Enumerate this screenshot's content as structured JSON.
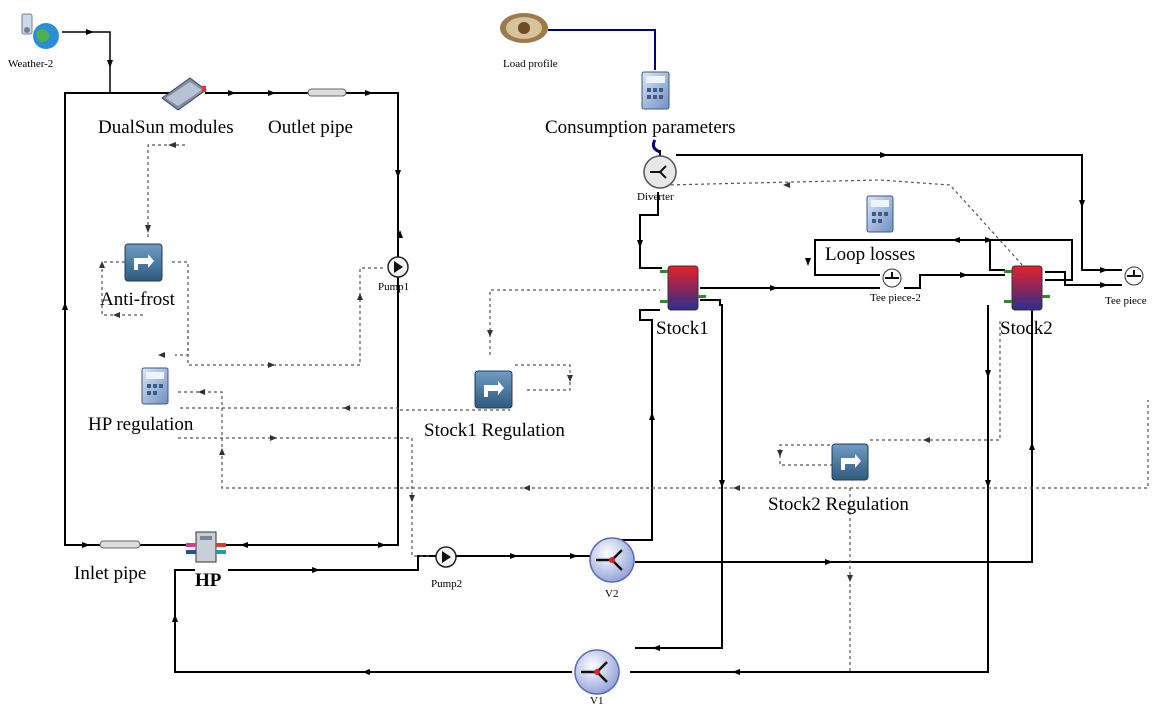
{
  "components": {
    "weather": "Weather-2",
    "load_profile": "Load profile",
    "consumption": "Consumption parameters",
    "dualsun": "DualSun modules",
    "outlet_pipe": "Outlet pipe",
    "anti_frost": "Anti-frost",
    "pump1": "Pump1",
    "hp_regulation": "HP regulation",
    "stock1_regulation": "Stock1 Regulation",
    "diverter": "Diverter",
    "loop_losses": "Loop losses",
    "stock1": "Stock1",
    "tee_piece_2": "Tee piece-2",
    "stock2": "Stock2",
    "tee_piece": "Tee piece",
    "stock2_regulation": "Stock2 Regulation",
    "inlet_pipe": "Inlet pipe",
    "hp": "HP",
    "pump2": "Pump2",
    "v2": "V2",
    "v1": "V1"
  },
  "icons": {
    "weather": "weather-globe-icon",
    "load_profile": "meter-icon",
    "calculator": "calculator-icon",
    "controller": "on-off-controller-icon",
    "pump": "pump-icon",
    "tank": "storage-tank-icon",
    "valve": "mixing-valve-icon",
    "tee": "tee-piece-icon",
    "pipe": "pipe-icon",
    "collector": "solar-collector-icon",
    "heat_pump": "heat-pump-icon"
  },
  "colors": {
    "link": "#000000",
    "control": "#555555",
    "weather_link": "#000080",
    "tank_top": "#e8202a",
    "tank_bottom": "#2c2e8c",
    "controller": "#3d6f96"
  }
}
